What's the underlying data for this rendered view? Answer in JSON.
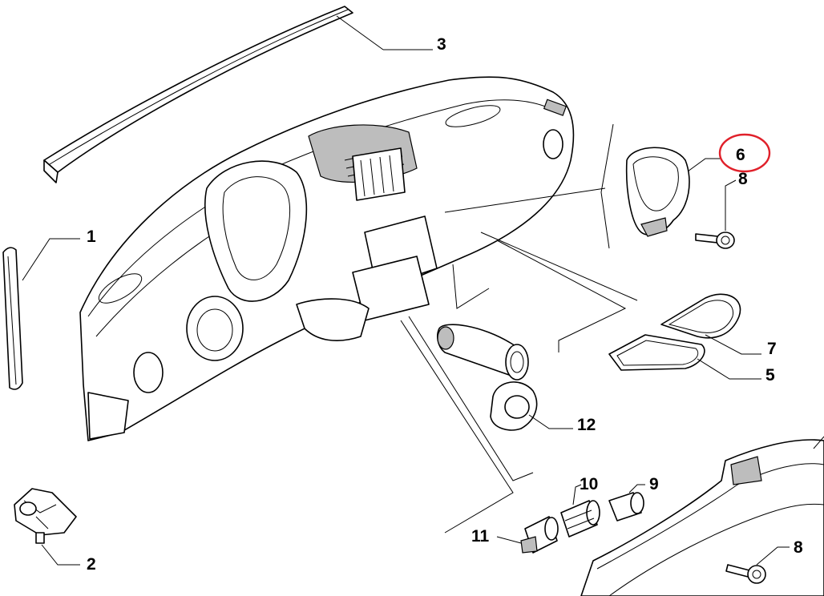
{
  "diagram": {
    "labels": {
      "p1": "1",
      "p2": "2",
      "p3": "3",
      "p5": "5",
      "p6": "6",
      "p7": "7",
      "p8a": "8",
      "p8b": "8",
      "p9": "9",
      "p10": "10",
      "p11": "11",
      "p12": "12"
    },
    "highlight": {
      "label": "6",
      "color": "#e0202a"
    }
  }
}
